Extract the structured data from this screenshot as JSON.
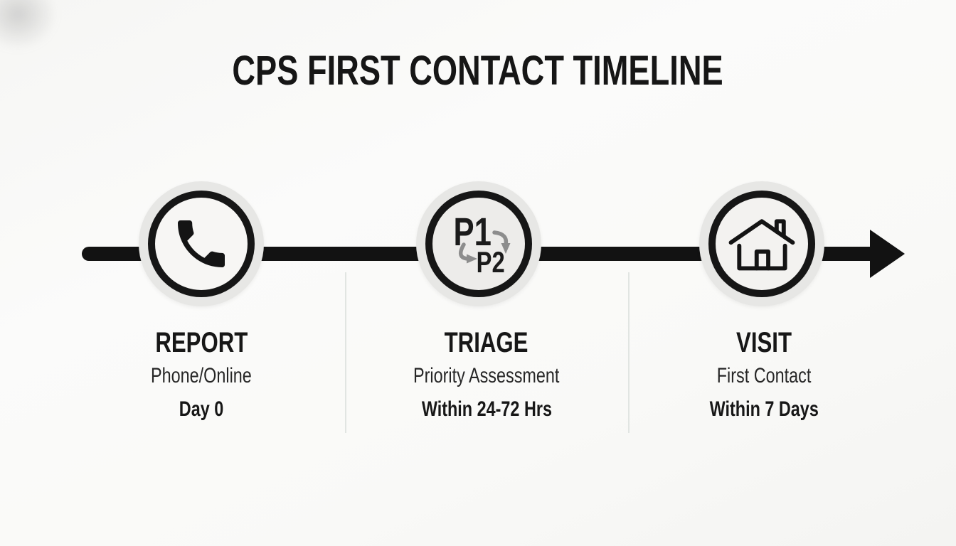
{
  "title": "CPS FIRST CONTACT TIMELINE",
  "timeline": {
    "direction": "left-to-right",
    "arrow_icon": "arrow-right-icon"
  },
  "stages": [
    {
      "icon": "phone-icon",
      "label": "REPORT",
      "sublabel": "Phone/Online",
      "timeframe": "Day 0"
    },
    {
      "icon": "priority-cycle-icon",
      "icon_text_primary": "P1",
      "icon_text_secondary": "P2",
      "label": "TRIAGE",
      "sublabel": "Priority Assessment",
      "timeframe": "Within 24-72 Hrs"
    },
    {
      "icon": "home-icon",
      "label": "VISIT",
      "sublabel": "First Contact",
      "timeframe": "Within 7 Days"
    }
  ],
  "colors": {
    "background": "#f9f9f7",
    "line": "#121212",
    "circle_outer": "#e7e7e5",
    "circle_ring": "#161616",
    "circle_inner": "#f5f4f2",
    "text_primary": "#171717",
    "cycle_arrow_gray": "#8d8d8d",
    "divider": "#e1e5e2"
  }
}
